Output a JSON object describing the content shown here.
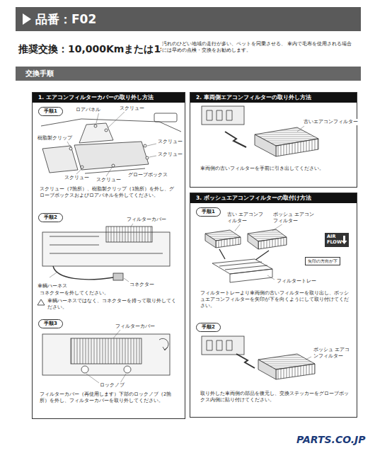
{
  "diagram": {
    "title": "品番：F02",
    "nodes": [
      {
        "text": [
          "交換手順"
        ]
      },
      {
        "text": [
          "1. エアコンフィルターカバーの取り外し方法"
        ]
      },
      {
        "text": [
          "手順1"
        ],
        "in": 1
      },
      {
        "text": [
          "手順2"
        ],
        "in": 1
      },
      {
        "text": [
          "手順3"
        ],
        "in": 1
      },
      {
        "text": [
          "2. 車両側エアコンフィルターの取り外し方法"
        ]
      },
      {
        "text": [
          "3. ボッシュエアコンフィルターの取付け方法"
        ]
      },
      {
        "text": [
          "手順1"
        ],
        "in": 6
      },
      {
        "text": [
          "AIR FLOW"
        ],
        "in": 6
      },
      {
        "text": [
          "矢印の方向が下"
        ],
        "in": 6
      },
      {
        "text": [
          "手順2"
        ],
        "in": 6
      }
    ],
    "labels": [
      "推奨交換：10,000Kmまたは1年",
      "汚れのひどい地域の走行が多い、ペットを同乗させる、 車内で毛布を使用される場合には早めの点検・交換をお勧めします。",
      "ロアパネル",
      "スクリュー",
      "樹脂製クリップ",
      "スクリュー",
      "スクリュー",
      "スクリュー",
      "グローブボックス",
      "スクリュー",
      "スクリュー（7箇所）、樹脂製クリップ（1箇所）を外し、グローブボックスおよびロアパネルを外してください。",
      "フィルターカバー",
      "車輌ハーネス",
      "コネクター",
      "コネクターを外してください。",
      "車輌ハーネスではなく、コネクターを持って取り外してください。",
      "フィルターカバー",
      "ロックノブ",
      "フィルターカバー（再使用します）下部のロックノブ（2箇所）を外し、フィルターカバーを取り外してください。",
      "古いエアコンフィルター",
      "車両側の古いフィルターを手前に引き出してください。",
      "古い エアコンフィルター",
      "ボッシュ エアコンフィルター",
      "フィルタートレー",
      "フィルタートレーより車両側の古いフィルターを取り出し、ボッシュエアコンフィルターを矢印が下を向くようにして取り付けてください。",
      "ボッシュ エアコンフィルター",
      "取り外した車両側の部品を復元し、交換ステッカーをグローブボックス内側に貼り付けてください。",
      "PARTS.CO.JP"
    ]
  }
}
